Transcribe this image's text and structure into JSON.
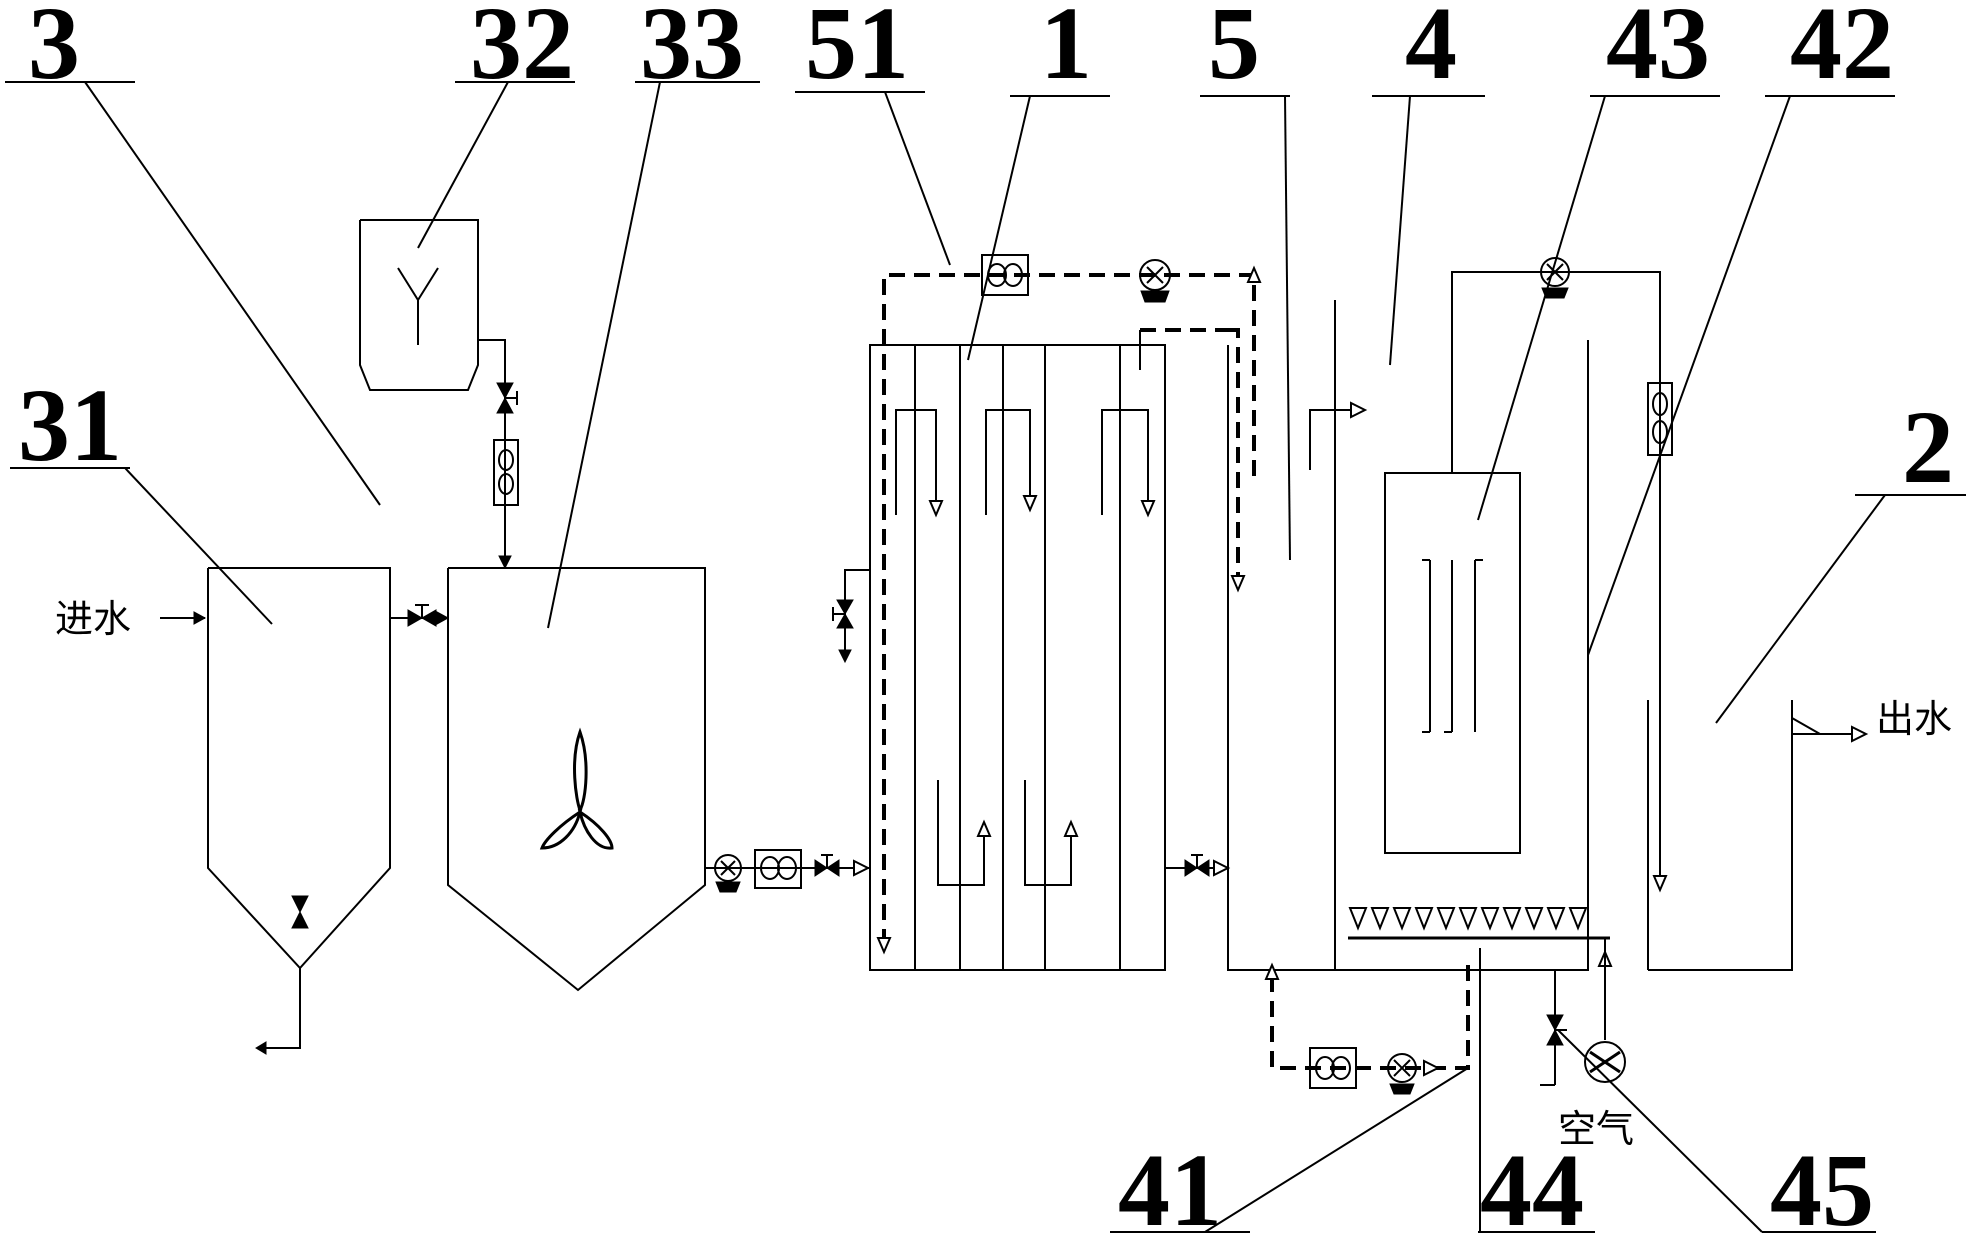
{
  "reference_numerals": {
    "n3": "3",
    "n32": "32",
    "n33": "33",
    "n51": "51",
    "n1": "1",
    "n5": "5",
    "n4": "4",
    "n43": "43",
    "n42": "42",
    "n31": "31",
    "n2": "2",
    "n41": "41",
    "n44": "44",
    "n45": "45"
  },
  "labels": {
    "water_in": "进水",
    "water_out": "出水",
    "air": "空气"
  },
  "colors": {
    "line": "#000000",
    "background": "#ffffff"
  }
}
